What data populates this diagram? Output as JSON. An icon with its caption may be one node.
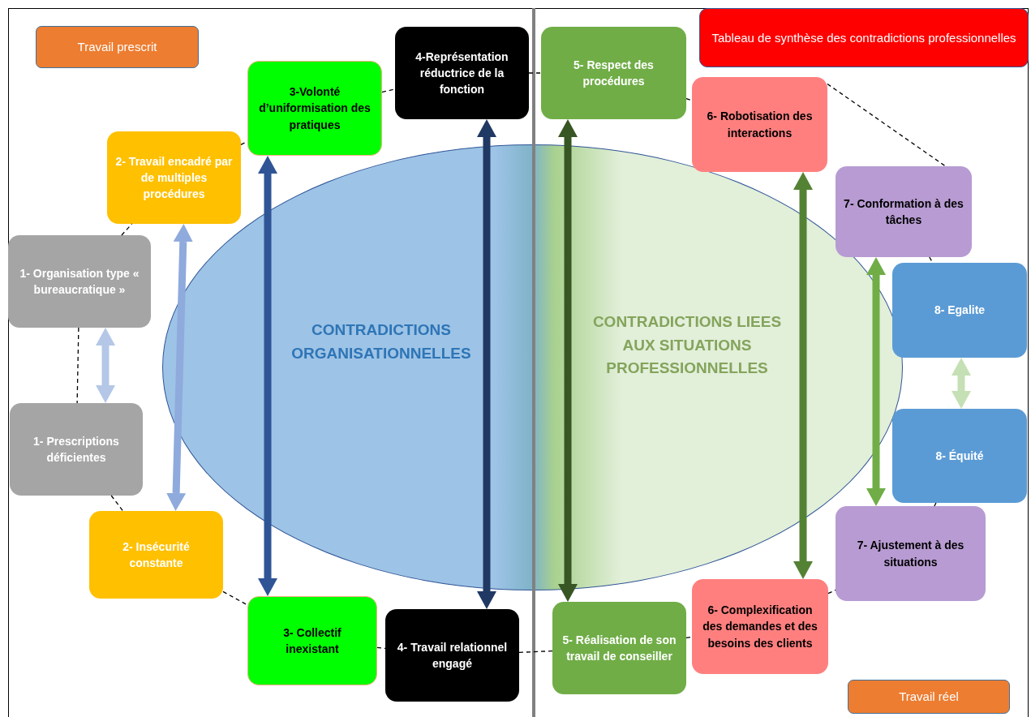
{
  "diagram": {
    "nodes": [
      {
        "text": [
          "Travail prescrit"
        ]
      },
      {
        "text": [
          "Tableau de synthèse des contradictions professionnelles"
        ]
      },
      {
        "text": [
          "Travail réel"
        ]
      },
      {
        "text": [
          "1- Organisation type « bureaucratique »"
        ]
      },
      {
        "text": [
          "1- Prescriptions déficientes"
        ]
      },
      {
        "text": [
          "2- Travail encadré par de multiples procédures"
        ]
      },
      {
        "text": [
          "2- Insécurité constante"
        ]
      },
      {
        "text": [
          "3-Volonté d’uniformisation des pratiques"
        ]
      },
      {
        "text": [
          "3- Collectif inexistant"
        ]
      },
      {
        "text": [
          "4-Représentation réductrice de la fonction"
        ]
      },
      {
        "text": [
          "4- Travail relationnel engagé"
        ]
      },
      {
        "text": [
          "5- Respect des procédures"
        ]
      },
      {
        "text": [
          "5- Réalisation de son travail de conseiller"
        ]
      },
      {
        "text": [
          "6- Robotisation des interactions"
        ]
      },
      {
        "text": [
          "6- Complexification des demandes et des besoins des clients"
        ]
      },
      {
        "text": [
          "7- Conformation à des tâches"
        ]
      },
      {
        "text": [
          "7- Ajustement à des situations"
        ]
      },
      {
        "text": [
          "8- Egalite"
        ]
      },
      {
        "text": [
          "8- Équité"
        ]
      }
    ],
    "labels": [
      "CONTRADICTIONS ORGANISATIONNELLES",
      "CONTRADICTIONS LIEES AUX SITUATIONS PROFESSIONNELLES"
    ],
    "edges": [
      {
        "from": 3,
        "to": 4,
        "arrow": "both",
        "style": "thick",
        "color": "#b4c7e7"
      },
      {
        "from": 5,
        "to": 6,
        "arrow": "both",
        "style": "thick",
        "color": "#8faadc"
      },
      {
        "from": 7,
        "to": 8,
        "arrow": "both",
        "style": "thick",
        "color": "#2f5597"
      },
      {
        "from": 9,
        "to": 10,
        "arrow": "both",
        "style": "thick",
        "color": "#203864"
      },
      {
        "from": 11,
        "to": 12,
        "arrow": "both",
        "style": "thick",
        "color": "#375623"
      },
      {
        "from": 13,
        "to": 14,
        "arrow": "both",
        "style": "thick",
        "color": "#548235"
      },
      {
        "from": 15,
        "to": 16,
        "arrow": "both",
        "style": "thick",
        "color": "#70ad47"
      },
      {
        "from": 17,
        "to": 18,
        "arrow": "both",
        "style": "thick",
        "color": "#c5e0b4"
      },
      {
        "from": 3,
        "to": 4,
        "arrow": "none",
        "style": "dashed"
      },
      {
        "from": 3,
        "to": 5,
        "arrow": "none",
        "style": "dashed"
      },
      {
        "from": 5,
        "to": 7,
        "arrow": "none",
        "style": "dashed"
      },
      {
        "from": 7,
        "to": 9,
        "arrow": "none",
        "style": "dashed"
      },
      {
        "from": 9,
        "to": 11,
        "arrow": "none",
        "style": "dashed"
      },
      {
        "from": 11,
        "to": 13,
        "arrow": "none",
        "style": "dashed"
      },
      {
        "from": 13,
        "to": 15,
        "arrow": "none",
        "style": "dashed"
      },
      {
        "from": 15,
        "to": 17,
        "arrow": "none",
        "style": "dashed"
      },
      {
        "from": 4,
        "to": 6,
        "arrow": "none",
        "style": "dashed"
      },
      {
        "from": 6,
        "to": 8,
        "arrow": "none",
        "style": "dashed"
      },
      {
        "from": 8,
        "to": 10,
        "arrow": "none",
        "style": "dashed"
      },
      {
        "from": 10,
        "to": 12,
        "arrow": "none",
        "style": "dashed"
      },
      {
        "from": 12,
        "to": 14,
        "arrow": "none",
        "style": "dashed"
      },
      {
        "from": 14,
        "to": 16,
        "arrow": "none",
        "style": "dashed"
      },
      {
        "from": 16,
        "to": 18,
        "arrow": "none",
        "style": "dashed"
      }
    ]
  }
}
